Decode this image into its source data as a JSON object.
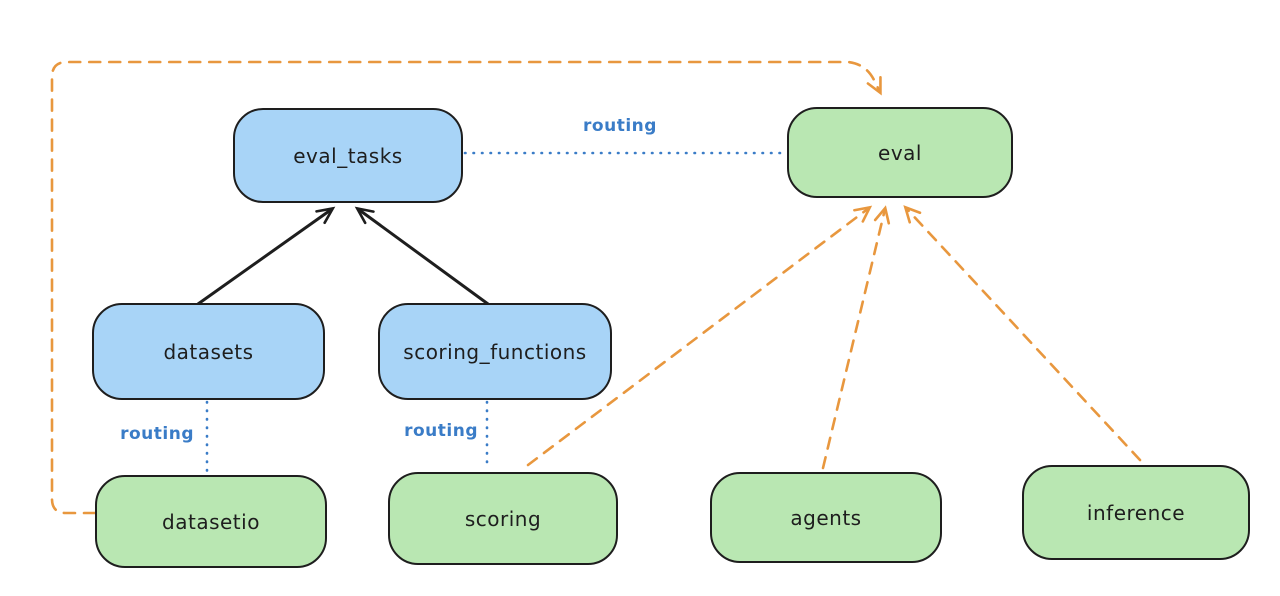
{
  "diagram": {
    "nodes": {
      "eval_tasks": {
        "label": "eval_tasks"
      },
      "eval": {
        "label": "eval"
      },
      "datasets": {
        "label": "datasets"
      },
      "scoring_functions": {
        "label": "scoring_functions"
      },
      "datasetio": {
        "label": "datasetio"
      },
      "scoring": {
        "label": "scoring"
      },
      "agents": {
        "label": "agents"
      },
      "inference": {
        "label": "inference"
      }
    },
    "edge_labels": {
      "routing_eval_tasks_eval": "routing",
      "routing_datasets_datasetio": "routing",
      "routing_scoring_functions_scoring": "routing"
    },
    "edges": [
      {
        "from": "datasets",
        "to": "eval_tasks",
        "style": "solid-arrow"
      },
      {
        "from": "scoring_functions",
        "to": "eval_tasks",
        "style": "solid-arrow"
      },
      {
        "from": "eval_tasks",
        "to": "eval",
        "style": "dotted",
        "label": "routing"
      },
      {
        "from": "datasets",
        "to": "datasetio",
        "style": "dotted",
        "label": "routing"
      },
      {
        "from": "scoring_functions",
        "to": "scoring",
        "style": "dotted",
        "label": "routing"
      },
      {
        "from": "datasetio",
        "to": "eval",
        "style": "dashed-arrow"
      },
      {
        "from": "scoring",
        "to": "eval",
        "style": "dashed-arrow"
      },
      {
        "from": "agents",
        "to": "eval",
        "style": "dashed-arrow"
      },
      {
        "from": "inference",
        "to": "eval",
        "style": "dashed-arrow"
      }
    ],
    "colors": {
      "canvas_bg": "#ffffff",
      "node_stroke": "#1e1e1e",
      "blue_fill": "#a8d4f7",
      "green_fill": "#b9e7b2",
      "orange_line": "#e8973e",
      "blue_line": "#3a7cc7",
      "black_line": "#1e1e1e"
    }
  }
}
